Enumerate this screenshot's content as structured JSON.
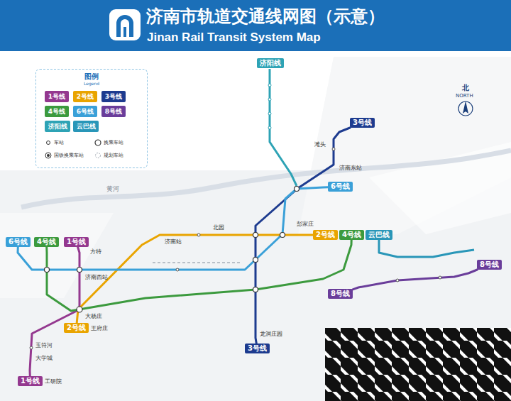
{
  "diagram": {
    "title": "济南市轨道交通线网图（示意）",
    "nodes": [
      {
        "text": [
          "图例",
          "Legend"
        ]
      },
      {
        "text": [
          "济阳线"
        ]
      },
      {
        "text": [
          "3号线"
        ]
      },
      {
        "text": [
          "6号线"
        ]
      },
      {
        "text": [
          "2号线"
        ]
      },
      {
        "text": [
          "4号线"
        ]
      },
      {
        "text": [
          "云巴线"
        ]
      },
      {
        "text": [
          "6号线"
        ]
      },
      {
        "text": [
          "4号线"
        ]
      },
      {
        "text": [
          "1号线"
        ]
      },
      {
        "text": [
          "8号线"
        ]
      },
      {
        "text": [
          "8号线"
        ]
      },
      {
        "text": [
          "2号线"
        ]
      },
      {
        "text": [
          "3号线"
        ]
      },
      {
        "text": [
          "1号线"
        ]
      }
    ],
    "edges": [
      {
        "from": 9,
        "to": 14,
        "arrow": "none"
      },
      {
        "from": 12,
        "to": 4,
        "arrow": "none"
      },
      {
        "from": 2,
        "to": 13,
        "arrow": "none"
      },
      {
        "from": 8,
        "to": 5,
        "arrow": "none"
      },
      {
        "from": 7,
        "to": 3,
        "arrow": "none"
      },
      {
        "from": 11,
        "to": 10,
        "arrow": "none"
      }
    ],
    "labels": [
      "Jinan Rail Transit System Map",
      "黄河",
      "北",
      "NORTH",
      "方特",
      "济南西站",
      "大杨庄",
      "王府庄",
      "玉符河",
      "大学城",
      "工研院",
      "济南站",
      "北园",
      "彭家庄",
      "滩头",
      "济南东站",
      "龙洞庄园"
    ],
    "legend": [
      {
        "text": "1号线",
        "color": "#94388f"
      },
      {
        "text": "2号线",
        "color": "#e9a400"
      },
      {
        "text": "3号线",
        "color": "#1d3b8f"
      },
      {
        "text": "4号线",
        "color": "#3c9a3e"
      },
      {
        "text": "6号线",
        "color": "#3aa0d8"
      },
      {
        "text": "8号线",
        "color": "#6a3d9a"
      },
      {
        "text": "济阳线",
        "color": "#2ea3b5"
      },
      {
        "text": "云巴线",
        "color": "#2996b8"
      },
      {
        "text": "车站"
      },
      {
        "text": "换乘车站"
      },
      {
        "text": "国铁换乘车站"
      },
      {
        "text": "规划车站"
      }
    ]
  }
}
